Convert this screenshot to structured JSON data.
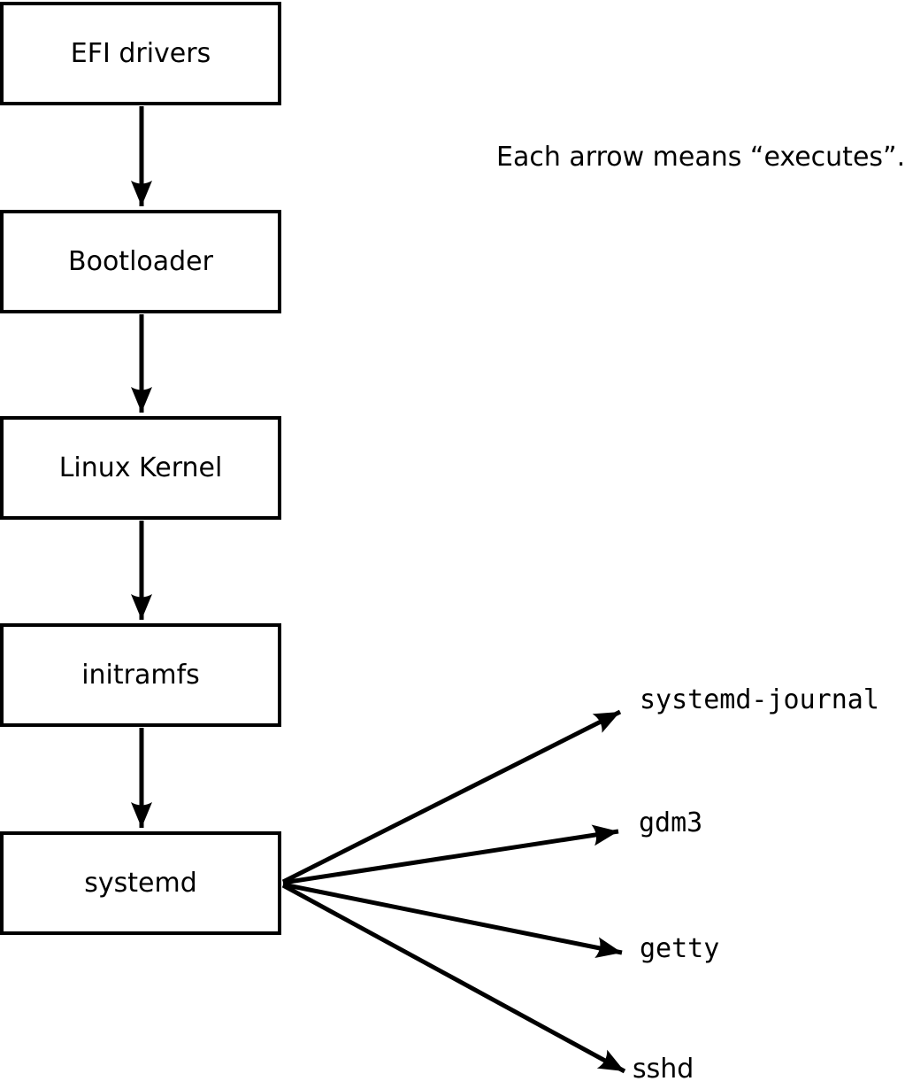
{
  "title": "Linux boot chain diagram",
  "note": {
    "text": "Each arrow means “executes”."
  },
  "boxes": [
    {
      "id": "efi-drivers",
      "label": "EFI drivers"
    },
    {
      "id": "bootloader",
      "label": "Bootloader"
    },
    {
      "id": "linux-kernel",
      "label": "Linux Kernel"
    },
    {
      "id": "initramfs",
      "label": "initramfs"
    },
    {
      "id": "systemd",
      "label": "systemd"
    }
  ],
  "targets": [
    {
      "id": "systemd-journal",
      "label": "systemd-journal"
    },
    {
      "id": "gdm3",
      "label": "gdm3"
    },
    {
      "id": "getty",
      "label": "getty"
    },
    {
      "id": "sshd",
      "label": "sshd"
    }
  ],
  "edges": {
    "meaning": "executes",
    "chain": [
      [
        "EFI drivers",
        "Bootloader"
      ],
      [
        "Bootloader",
        "Linux Kernel"
      ],
      [
        "Linux Kernel",
        "initramfs"
      ],
      [
        "initramfs",
        "systemd"
      ]
    ],
    "fanout": [
      [
        "systemd",
        "systemd-journal"
      ],
      [
        "systemd",
        "gdm3"
      ],
      [
        "systemd",
        "getty"
      ],
      [
        "systemd",
        "sshd"
      ]
    ]
  },
  "colors": {
    "stroke": "#000000",
    "background": "#ffffff"
  }
}
